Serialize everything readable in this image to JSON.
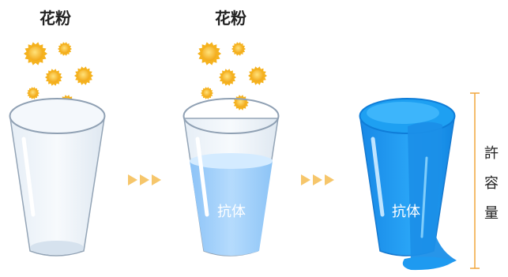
{
  "stages": [
    {
      "pollen_label": "花粉",
      "antibody_label": "",
      "fill_level": 0.0,
      "overflow": false
    },
    {
      "pollen_label": "花粉",
      "antibody_label": "抗体",
      "fill_level": 0.6,
      "overflow": false
    },
    {
      "pollen_label": "",
      "antibody_label": "抗体",
      "fill_level": 1.0,
      "overflow": true
    }
  ],
  "capacity_label": "許容量",
  "capacity_chars": [
    "許",
    "容",
    "量"
  ],
  "colors": {
    "pollen": "#f5b21e",
    "pollen_core": "#fcd24a",
    "arrow": "#f6c66b",
    "water_light": "#a7d2fb",
    "water_full": "#1e9af0",
    "glass_rim": "#8fa0b3",
    "bracket": "#f0a63c"
  }
}
